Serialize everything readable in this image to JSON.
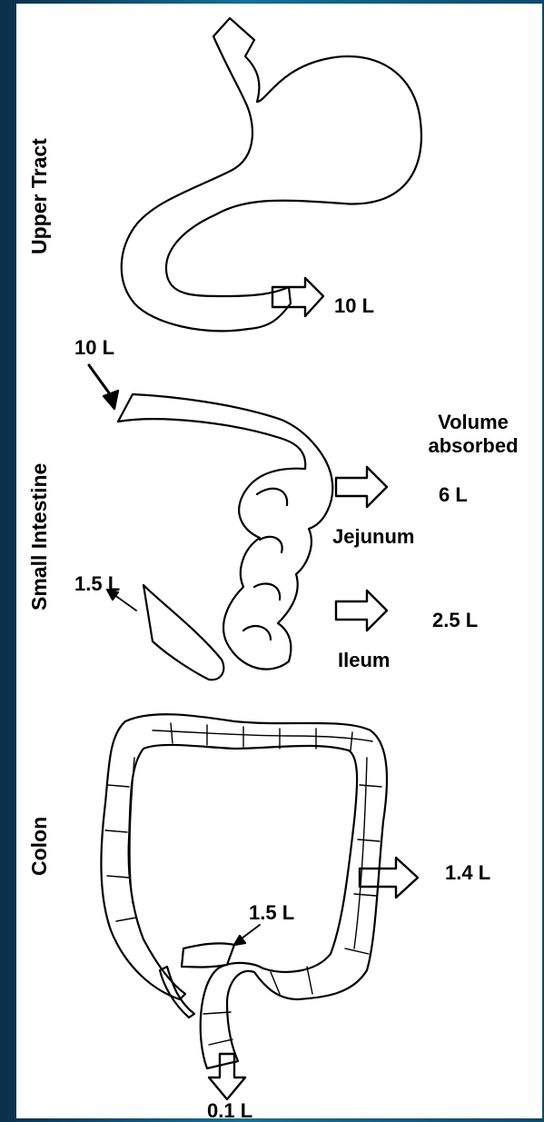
{
  "sections": {
    "upper": "Upper Tract",
    "small": "Small Intestine",
    "colon": "Colon"
  },
  "labels": {
    "stomach_out": "10 L",
    "small_in": "10 L",
    "volume_absorbed_1": "Volume",
    "volume_absorbed_2": "absorbed",
    "jejunum_vol": "6 L",
    "jejunum": "Jejunum",
    "ileum_vol": "2.5 L",
    "ileum": "Ileum",
    "small_out": "1.5 L",
    "colon_in": "1.5 L",
    "colon_abs": "1.4 L",
    "colon_out": "0.1 L"
  },
  "colors": {
    "background_left": "#0b2f4a",
    "background_mid": "#1a6f93",
    "panel": "#ffffff",
    "ink": "#000000"
  }
}
